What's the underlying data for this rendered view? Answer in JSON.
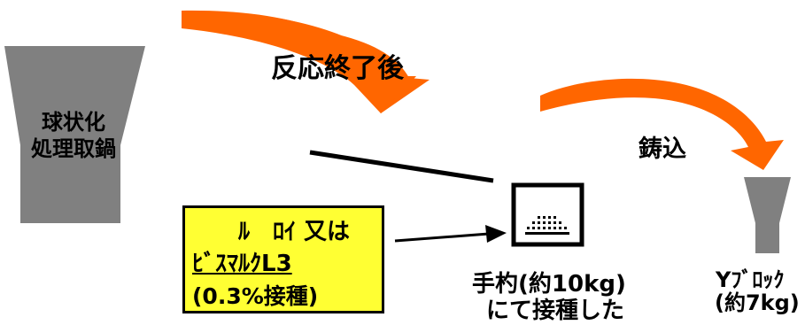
{
  "labels": {
    "ladle_line1": "球状化",
    "ladle_line2": "処理取鍋",
    "after_reaction": "反応終了後",
    "pouring": "鋳込",
    "hand_line1": "手杓(約10kg)",
    "hand_line2": "にて接種した",
    "yblock_line1": "Yﾌﾞﾛｯｸ",
    "yblock_line2": "(約7kg)"
  },
  "yellow_box": {
    "line1": "ﾙ　ﾛｲ 又は",
    "line2": "ﾋﾞｽﾏﾙｸL3",
    "line3": "(0.3%接種)"
  },
  "colors": {
    "arrow": "#ff6600",
    "ladle": "#808080",
    "box_fill": "#ffff33"
  }
}
